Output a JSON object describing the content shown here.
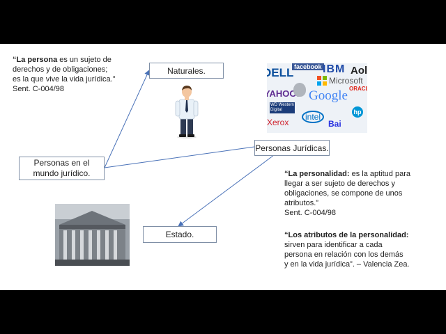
{
  "quote_persona": {
    "bold": "“La persona",
    "rest_line1": " es un sujeto de",
    "line2": "derechos y de obligaciones;",
    "line3": "es la que vive la vida jurídica.”",
    "line4": "Sent. C-004/98"
  },
  "nodes": {
    "personas": {
      "line1": "Personas en el",
      "line2": "mundo jurídico."
    },
    "naturales": "Naturales.",
    "juridicas": "Personas Jurídicas.",
    "estado": "Estado."
  },
  "quote_personalidad": {
    "bold": "“La personalidad:",
    "rest_line1": " es la aptitud para",
    "line2": "llegar a ser sujeto de derechos y",
    "line3": "obligaciones, se compone de unos",
    "line4": "atributos.”",
    "line5": "Sent. C-004/98"
  },
  "quote_atributos": {
    "bold": "“Los atributos de la personalidad:",
    "line2": "sirven para identificar a cada",
    "line3": "persona en relación con los demás",
    "line4": "y en la vida jurídica”. – Valencia Zea."
  },
  "logos": [
    "DELL",
    "facebook",
    "IBM",
    "Aol",
    "Microsoft",
    "ORACLE",
    "YAHOO!",
    "Google",
    "WD Western Digital",
    "intel",
    "hp",
    "Xerox",
    "Bai"
  ],
  "colors": {
    "arrow": "#4a72b8",
    "box_border": "#7f8fa6"
  }
}
